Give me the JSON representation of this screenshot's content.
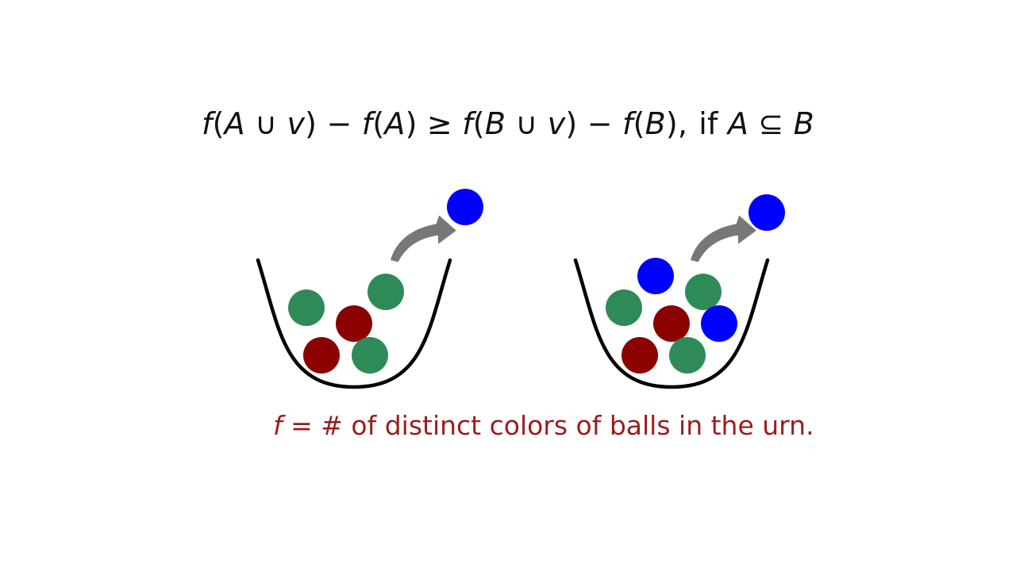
{
  "formula": {
    "lhs": [
      "f",
      "(",
      "A",
      " ∪ ",
      "v",
      ") − ",
      "f",
      "(",
      "A",
      ")"
    ],
    "relation": " ≥ ",
    "rhs": [
      "f",
      "(",
      "B",
      " ∪ ",
      "v",
      ") − ",
      "f",
      "(",
      "B",
      "),"
    ],
    "condition_if": "if",
    "condition_A": "A",
    "condition_subseteq": " ⊆ ",
    "condition_B": "B"
  },
  "caption": {
    "symbol": "f",
    "equals": " = # ",
    "text": "of distinct colors of balls in the urn."
  },
  "colors": {
    "text": "#111111",
    "caption": "#9b1c1c",
    "urn": "#000000",
    "arrow": "#777777",
    "green": "#2e8b57",
    "red": "#8b0000",
    "blue": "#0000ff"
  },
  "urns": [
    {
      "name": "urn-a",
      "balls": [
        "green",
        "green",
        "red",
        "red",
        "green"
      ],
      "incoming_ball": "blue"
    },
    {
      "name": "urn-b",
      "balls": [
        "blue",
        "green",
        "green",
        "red",
        "blue",
        "red",
        "green"
      ],
      "incoming_ball": "blue"
    }
  ]
}
